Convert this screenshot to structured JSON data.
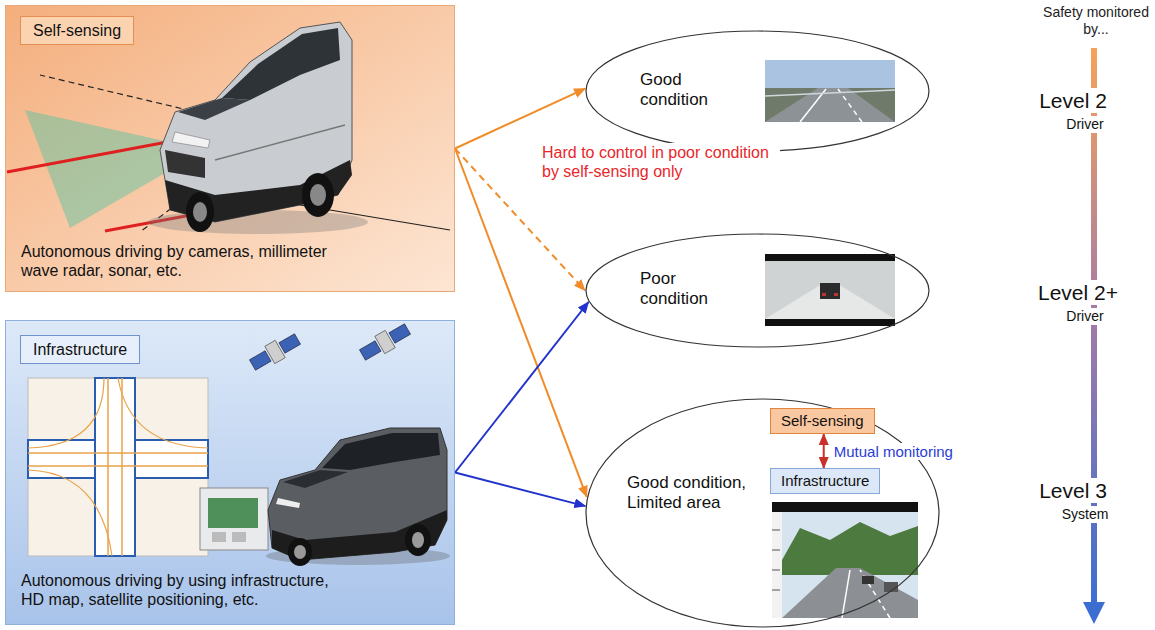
{
  "diagram": {
    "nodes": [
      {
        "text": [
          "Autonomous driving by cameras, millimeter wave radar, sonar, etc."
        ]
      },
      {
        "text": [
          "Self-sensing"
        ],
        "in": 0
      },
      {
        "text": [
          "Autonomous driving by using infrastructure, HD map, satellite positioning, etc."
        ]
      },
      {
        "text": [
          "Infrastructure"
        ],
        "in": 2
      },
      {
        "text": [
          "Good condition"
        ]
      },
      {
        "text": [
          "Poor condition"
        ]
      },
      {
        "text": [
          "Good condition, Limited area"
        ]
      },
      {
        "text": [
          "Self-sensing"
        ],
        "in": 6
      },
      {
        "text": [
          "Infrastructure"
        ],
        "in": 6
      }
    ],
    "edges": [
      {
        "from": 0,
        "to": 4,
        "arrow": "to"
      },
      {
        "from": 0,
        "to": 5,
        "arrow": "to"
      },
      {
        "from": 0,
        "to": 6,
        "arrow": "to"
      },
      {
        "from": 2,
        "to": 5,
        "arrow": "to"
      },
      {
        "from": 2,
        "to": 6,
        "arrow": "to"
      },
      {
        "from": 7,
        "to": 8,
        "arrow": "both",
        "label": "Mutual monitoring"
      }
    ],
    "labels": [
      "Hard to control in poor condition by self-sensing only",
      "Safety monitored by...",
      "Level 2",
      "Driver",
      "Level 2+",
      "Driver",
      "Level 3",
      "System"
    ]
  }
}
